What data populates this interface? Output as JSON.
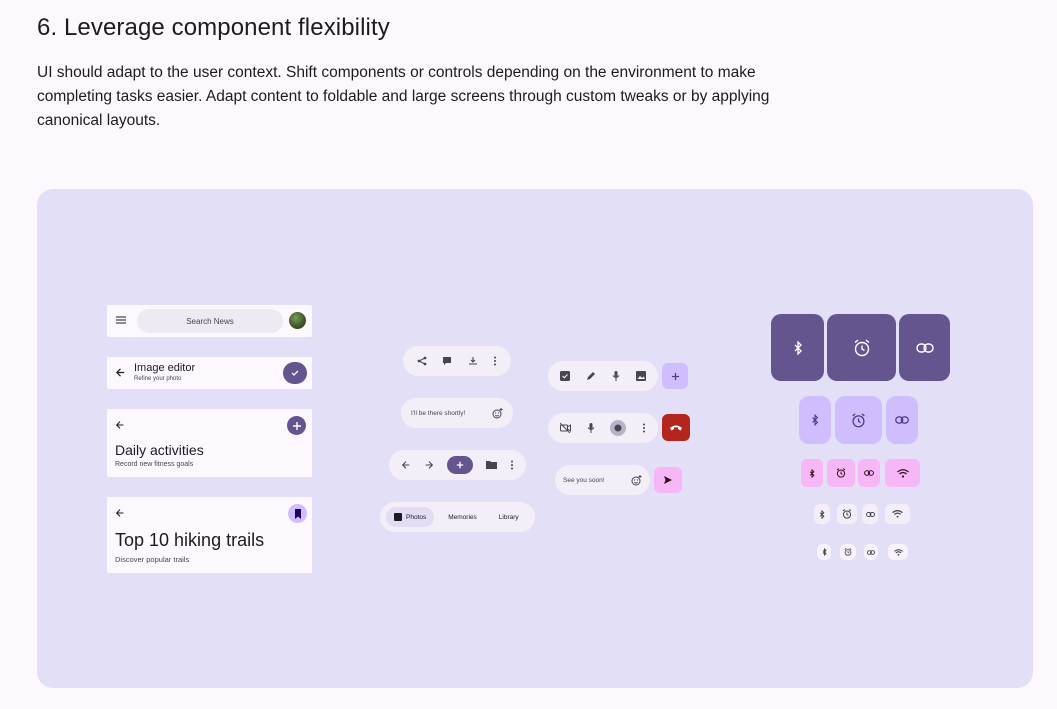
{
  "section": {
    "title": "6. Leverage component flexibility",
    "description": "UI should adapt to the user context. Shift components or controls depending on the environment to make completing tasks easier. Adapt content to foldable and large screens through custom tweaks or by applying canonical layouts."
  },
  "colors": {
    "stage": "#e3dff7",
    "primary": "#65558f",
    "primary_container": "#cfbdfe",
    "tertiary_container": "#f7b7f7",
    "error": "#b3261e"
  },
  "left_column": {
    "search": {
      "placeholder": "Search News",
      "menu_icon": "menu-icon",
      "avatar": "avatar"
    },
    "image_editor": {
      "title": "Image editor",
      "subtitle": "Refine your photo",
      "action_icon": "check-icon"
    },
    "daily": {
      "title": "Daily activities",
      "subtitle": "Record new fitness goals",
      "action_icon": "add-icon"
    },
    "hiking": {
      "title": "Top 10 hiking trails",
      "subtitle": "Discover popular trails",
      "action_icon": "bookmark-icon"
    }
  },
  "middle": {
    "share_bar_icons": [
      "share-icon",
      "comment-icon",
      "download-icon",
      "more-vert-icon"
    ],
    "message_1": {
      "text": "I'll be there shortly!",
      "icon": "emoji-add-icon"
    },
    "nav_bar_icons": [
      "arrow-back-icon",
      "arrow-forward-icon",
      "add-icon",
      "folder-icon",
      "more-vert-icon"
    ],
    "tabs": [
      {
        "label": "Photos",
        "active": true
      },
      {
        "label": "Memories",
        "active": false
      },
      {
        "label": "Library",
        "active": false
      }
    ],
    "edit_bar_icons": [
      "checkbox-icon",
      "pen-icon",
      "mic-icon",
      "image-icon"
    ],
    "call_bar_icons": [
      "videocam-off-icon",
      "mic-icon",
      "effects-icon",
      "more-vert-icon"
    ],
    "message_2": {
      "text": "See you soon!",
      "icon": "emoji-add-icon"
    }
  },
  "toggles": {
    "row_icons": [
      "bluetooth-icon",
      "alarm-icon",
      "link-icon",
      "wifi-icon"
    ]
  }
}
